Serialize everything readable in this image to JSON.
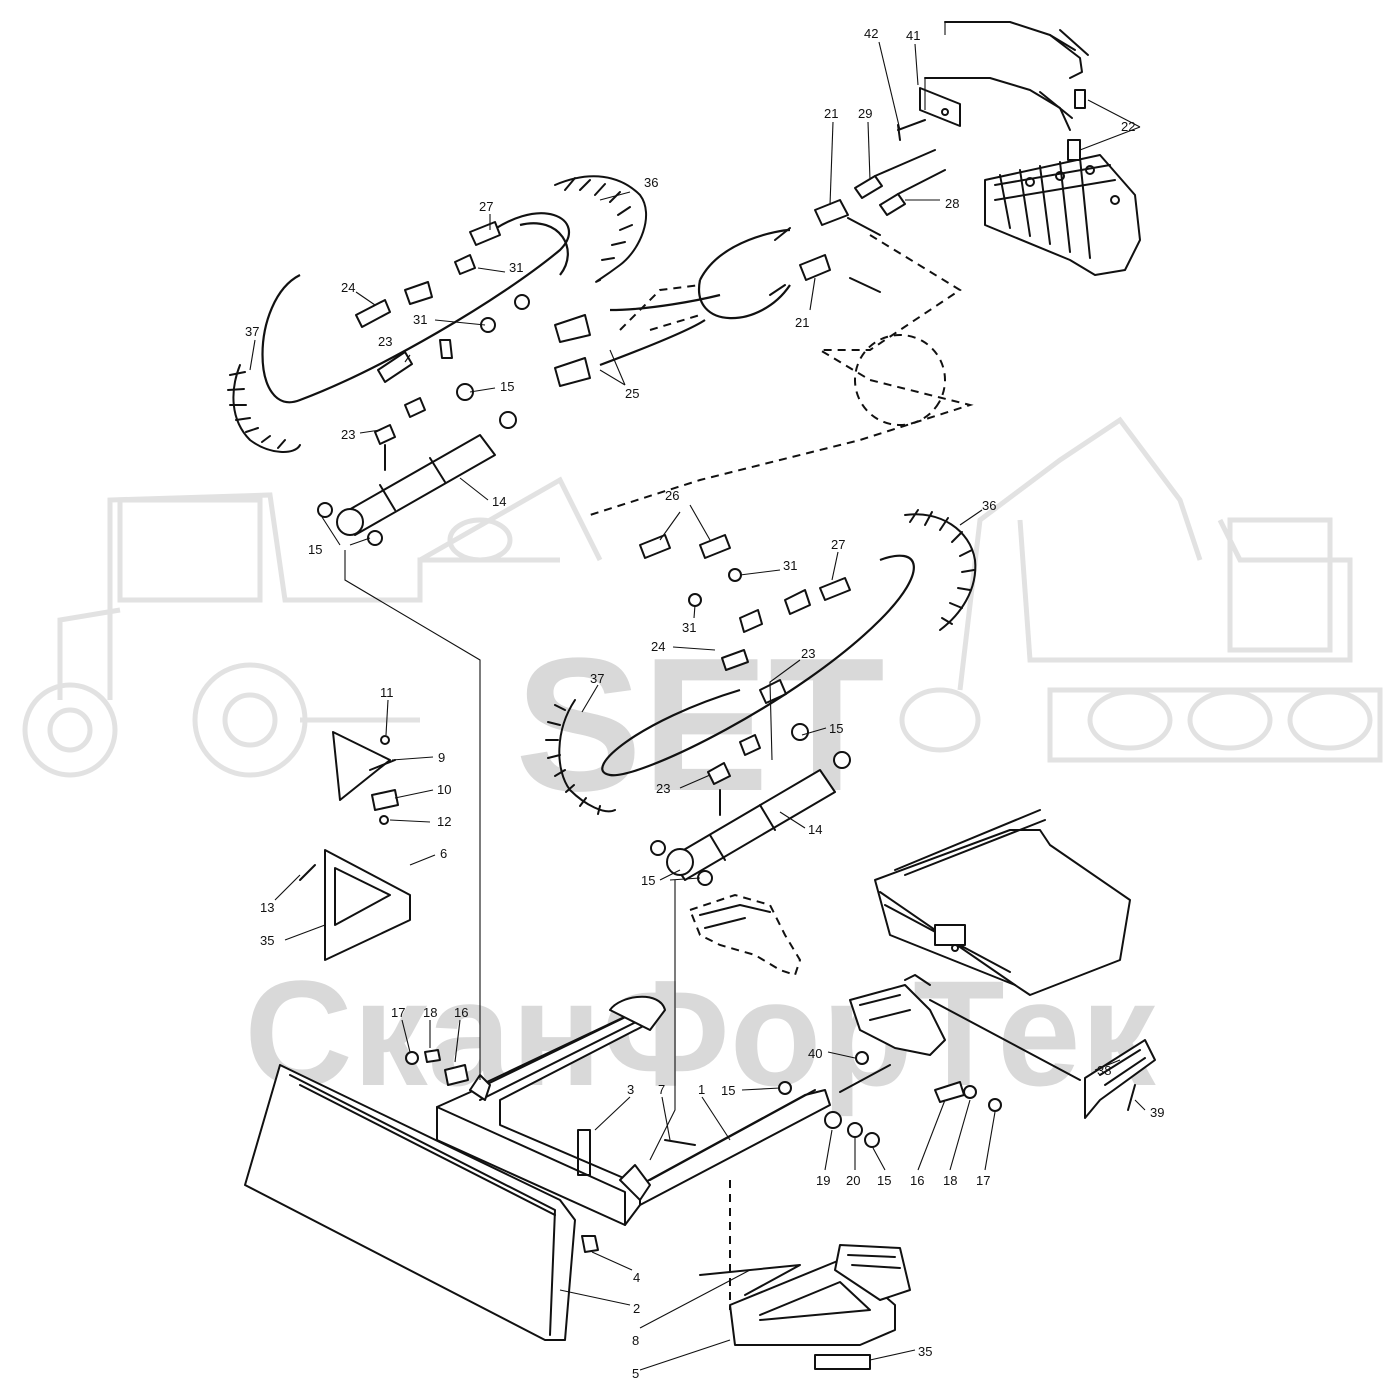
{
  "watermark": {
    "logo_text": "SET",
    "brand_text": "СканФорТек"
  },
  "callouts": [
    {
      "id": "c42",
      "text": "42"
    },
    {
      "id": "c41",
      "text": "41"
    },
    {
      "id": "c22",
      "text": "22"
    },
    {
      "id": "c21a",
      "text": "21"
    },
    {
      "id": "c29",
      "text": "29"
    },
    {
      "id": "c28",
      "text": "28"
    },
    {
      "id": "c36a",
      "text": "36"
    },
    {
      "id": "c27a",
      "text": "27"
    },
    {
      "id": "c31a",
      "text": "31"
    },
    {
      "id": "c24a",
      "text": "24"
    },
    {
      "id": "c31b",
      "text": "31"
    },
    {
      "id": "c21b",
      "text": "21"
    },
    {
      "id": "c37a",
      "text": "37"
    },
    {
      "id": "c23a",
      "text": "23"
    },
    {
      "id": "c25",
      "text": "25"
    },
    {
      "id": "c15a",
      "text": "15"
    },
    {
      "id": "c23b",
      "text": "23"
    },
    {
      "id": "c14a",
      "text": "14"
    },
    {
      "id": "c15b",
      "text": "15"
    },
    {
      "id": "c26",
      "text": "26"
    },
    {
      "id": "c36b",
      "text": "36"
    },
    {
      "id": "c27b",
      "text": "27"
    },
    {
      "id": "c31c",
      "text": "31"
    },
    {
      "id": "c31d",
      "text": "31"
    },
    {
      "id": "c24b",
      "text": "24"
    },
    {
      "id": "c23c",
      "text": "23"
    },
    {
      "id": "c37b",
      "text": "37"
    },
    {
      "id": "c11",
      "text": "11"
    },
    {
      "id": "c9",
      "text": "9"
    },
    {
      "id": "c10",
      "text": "10"
    },
    {
      "id": "c12",
      "text": "12"
    },
    {
      "id": "c15c",
      "text": "15"
    },
    {
      "id": "c23d",
      "text": "23"
    },
    {
      "id": "c14b",
      "text": "14"
    },
    {
      "id": "c6",
      "text": "6"
    },
    {
      "id": "c13",
      "text": "13"
    },
    {
      "id": "c35a",
      "text": "35"
    },
    {
      "id": "c15d",
      "text": "15"
    },
    {
      "id": "c17a",
      "text": "17"
    },
    {
      "id": "c18a",
      "text": "18"
    },
    {
      "id": "c16a",
      "text": "16"
    },
    {
      "id": "c40",
      "text": "40"
    },
    {
      "id": "c38",
      "text": "38"
    },
    {
      "id": "c39",
      "text": "39"
    },
    {
      "id": "c3",
      "text": "3"
    },
    {
      "id": "c7",
      "text": "7"
    },
    {
      "id": "c1",
      "text": "1"
    },
    {
      "id": "c15e",
      "text": "15"
    },
    {
      "id": "c19",
      "text": "19"
    },
    {
      "id": "c20",
      "text": "20"
    },
    {
      "id": "c15f",
      "text": "15"
    },
    {
      "id": "c16b",
      "text": "16"
    },
    {
      "id": "c18b",
      "text": "18"
    },
    {
      "id": "c17b",
      "text": "17"
    },
    {
      "id": "c4",
      "text": "4"
    },
    {
      "id": "c2",
      "text": "2"
    },
    {
      "id": "c8",
      "text": "8"
    },
    {
      "id": "c5",
      "text": "5"
    },
    {
      "id": "c35b",
      "text": "35"
    }
  ]
}
